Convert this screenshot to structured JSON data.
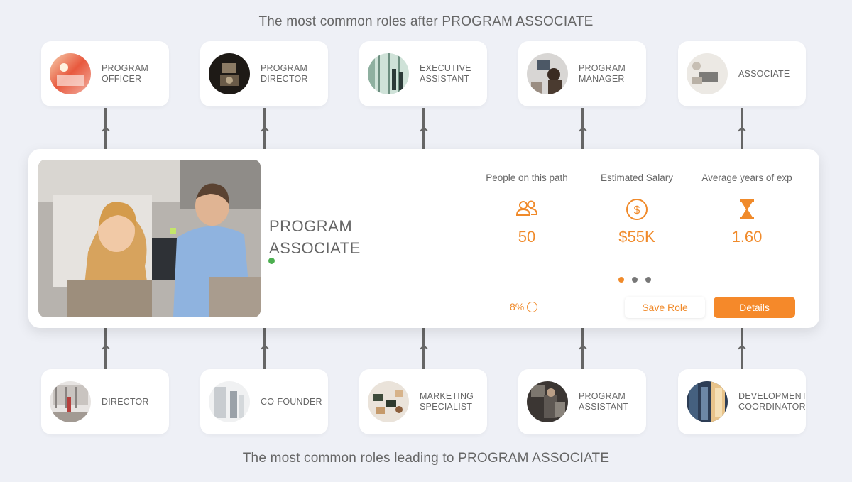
{
  "headings": {
    "after": "The most common roles after PROGRAM ASSOCIATE",
    "before": "The most common roles leading to PROGRAM ASSOCIATE"
  },
  "top_roles": [
    {
      "label": "PROGRAM\nOFFICER"
    },
    {
      "label": "PROGRAM\nDIRECTOR"
    },
    {
      "label": "EXECUTIVE\nASSISTANT"
    },
    {
      "label": "PROGRAM\nMANAGER"
    },
    {
      "label": "ASSOCIATE"
    }
  ],
  "bottom_roles": [
    {
      "label": "DIRECTOR"
    },
    {
      "label": "CO-FOUNDER"
    },
    {
      "label": "MARKETING\nSPECIALIST"
    },
    {
      "label": "PROGRAM\nASSISTANT"
    },
    {
      "label": "DEVELOPMENT\nCOORDINATOR"
    }
  ],
  "main": {
    "title": "PROGRAM\nASSOCIATE",
    "stats": [
      {
        "label": "People on this path",
        "value": "50",
        "icon": "people-icon"
      },
      {
        "label": "Estimated Salary",
        "value": "$55K",
        "icon": "dollar-icon"
      },
      {
        "label": "Average years of exp",
        "value": "1.60",
        "icon": "hourglass-icon"
      }
    ],
    "match_percent": "8%",
    "save_label": "Save Role",
    "details_label": "Details",
    "carousel_active_index": 0
  },
  "colors": {
    "accent": "#f08a2a",
    "status": "#4caf50",
    "background": "#eef0f6"
  }
}
